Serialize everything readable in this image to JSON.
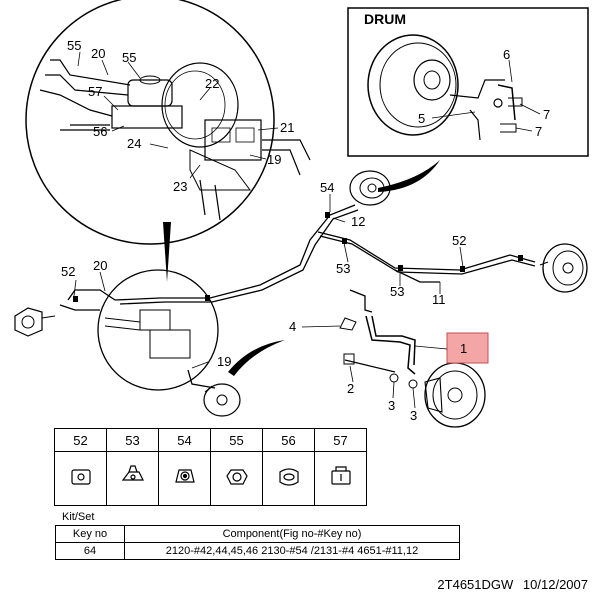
{
  "drum_label": "DRUM",
  "callouts": {
    "c55a": "55",
    "c20a": "20",
    "c55b": "55",
    "c57": "57",
    "c22": "22",
    "c21": "21",
    "c56": "56",
    "c24": "24",
    "c19a": "19",
    "c23": "23",
    "c6": "6",
    "c5": "5",
    "c7a": "7",
    "c7b": "7",
    "c54": "54",
    "c12": "12",
    "c52a": "52",
    "c20b": "20",
    "c53a": "53",
    "c52b": "52",
    "c53b": "53",
    "c11": "11",
    "c4": "4",
    "c1": "1",
    "c19b": "19",
    "c2": "2",
    "c3a": "3",
    "c3b": "3"
  },
  "parts_table": {
    "headers": [
      "52",
      "53",
      "54",
      "55",
      "56",
      "57"
    ],
    "icons": [
      "clip-icon",
      "bracket-clip-icon",
      "grommet-clip-icon",
      "nut-icon",
      "hose-clip-icon",
      "mount-clip-icon"
    ]
  },
  "kit": {
    "title": "Kit/Set",
    "headers": [
      "Key no",
      "Component(Fig no-#Key no)"
    ],
    "rows": [
      [
        "64",
        "2120-#42,44,45,46  2130-#54 /2131-#4 4651-#11,12"
      ]
    ]
  },
  "footer": {
    "code": "2T4651DGW",
    "date": "10/12/2007"
  },
  "colors": {
    "highlight_box": "#f4a6a6"
  }
}
